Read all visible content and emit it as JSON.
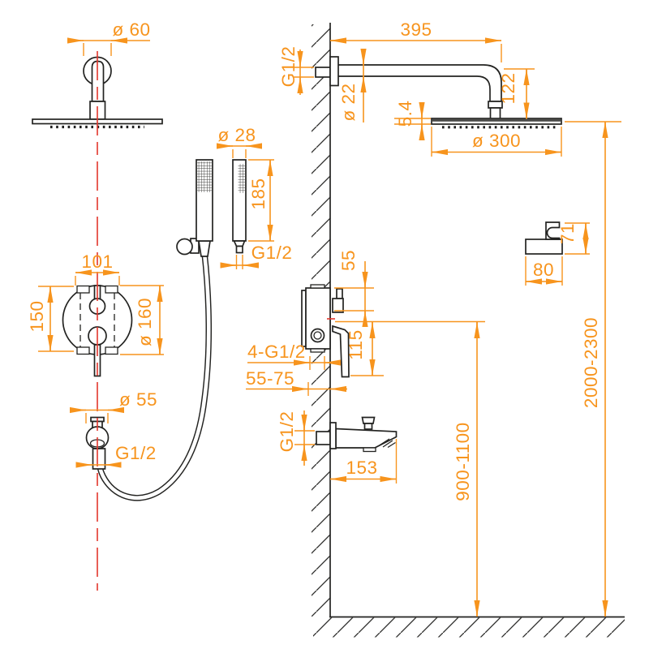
{
  "colors": {
    "dim": "#F7941D",
    "center": "#E2362C",
    "line": "#232321",
    "dark_fill": "#4a4a48"
  },
  "dimensions": {
    "ceiling_head_diameter": "ø 60",
    "arm_length": "395",
    "arm_wall_thread": "G1/2",
    "arm_diameter": "ø 22",
    "head_drop": "122",
    "head_thickness": "5.4",
    "head_diameter": "ø 300",
    "hand_shower_diameter": "ø 28",
    "hand_shower_length": "185",
    "hand_shower_thread": "G1/2",
    "mixer_width": "101",
    "mixer_height": "150",
    "mixer_plate_diameter": "ø 160",
    "outlet_diameter": "ø 55",
    "outlet_thread": "G1/2",
    "valve_port_offset": "55",
    "valve_connections": "4-G1/2",
    "valve_mount_depth": "55-75",
    "valve_lever_length": "115",
    "spout_thread": "G1/2",
    "spout_length": "153",
    "spout_height_range": "900-1100",
    "head_height_range": "2000-2300",
    "holder_width": "80",
    "holder_height": "71"
  }
}
